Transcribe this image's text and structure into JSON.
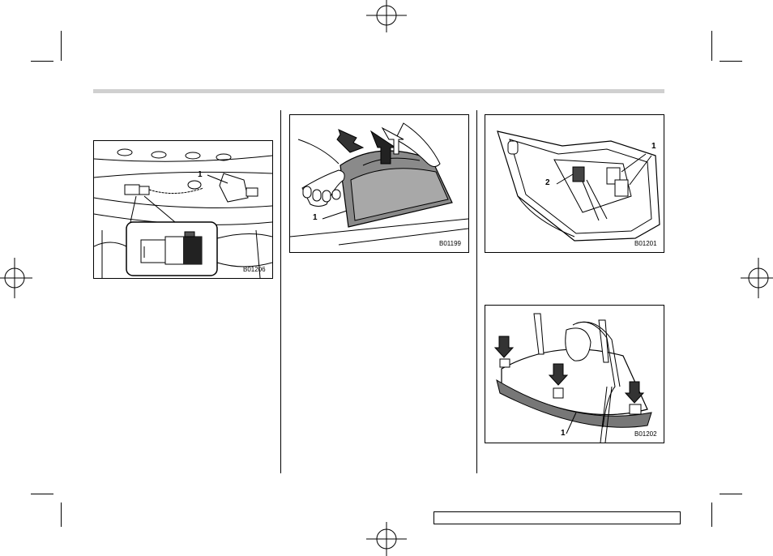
{
  "figures": [
    {
      "code": "B01206",
      "callouts": [
        "1"
      ]
    },
    {
      "code": "B01199",
      "callouts": [
        "1"
      ]
    },
    {
      "code": "B01201",
      "callouts": [
        "1",
        "2"
      ]
    },
    {
      "code": "B01202",
      "callouts": [
        "1"
      ]
    }
  ],
  "footer": {
    "page_label": ""
  }
}
